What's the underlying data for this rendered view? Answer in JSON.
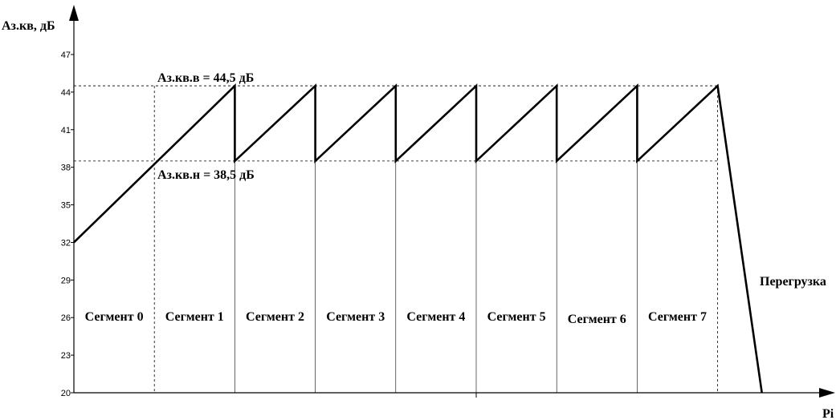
{
  "chart_data": {
    "type": "line",
    "ylabel": "Аз.кв, дБ",
    "xlabel": "Pi",
    "ylim": [
      20,
      47
    ],
    "yticks": [
      20,
      23,
      26,
      29,
      32,
      35,
      38,
      41,
      44,
      47
    ],
    "grid": false,
    "series": [
      {
        "x": [
          0,
          2,
          2,
          3,
          3,
          4,
          4,
          5,
          5,
          6,
          6,
          7,
          7,
          8,
          8,
          8.55
        ],
        "y": [
          32,
          44.5,
          38.5,
          44.5,
          38.5,
          44.5,
          38.5,
          44.5,
          38.5,
          44.5,
          38.5,
          44.5,
          38.5,
          44.5,
          44.5,
          20
        ]
      }
    ],
    "reference_lines": [
      {
        "y": 44.5,
        "label": "Аз.кв.в = 44,5 дБ"
      },
      {
        "y": 38.5,
        "label": "Аз.кв.н = 38,5 дБ"
      }
    ],
    "segments": [
      {
        "label": "Сегмент 0",
        "x_start": 0,
        "x_end": 1
      },
      {
        "label": "Сегмент 1",
        "x_start": 1,
        "x_end": 2
      },
      {
        "label": "Сегмент 2",
        "x_start": 2,
        "x_end": 3
      },
      {
        "label": "Сегмент 3",
        "x_start": 3,
        "x_end": 4
      },
      {
        "label": "Сегмент 4",
        "x_start": 4,
        "x_end": 5
      },
      {
        "label": "Сегмент 5",
        "x_start": 5,
        "x_end": 6
      },
      {
        "label": "Сегмент 6",
        "x_start": 6,
        "x_end": 7
      },
      {
        "label": "Сегмент 7",
        "x_start": 7,
        "x_end": 8
      }
    ],
    "overload_label": "Перегрузка"
  }
}
